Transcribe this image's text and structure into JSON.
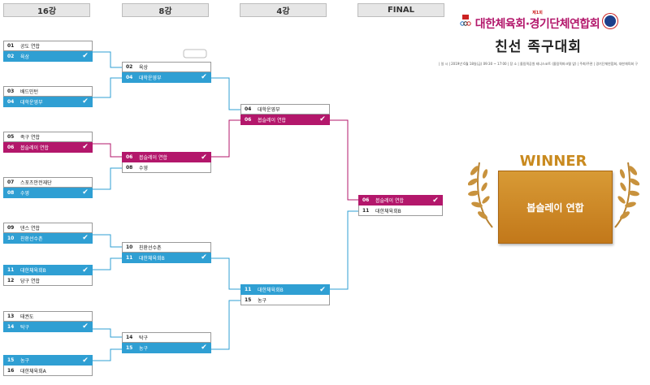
{
  "rounds": [
    "16강",
    "8강",
    "4강",
    "FINAL"
  ],
  "round_of_16": [
    {
      "top": {
        "seed": "01",
        "name": "공도 연합"
      },
      "bottom": {
        "seed": "02",
        "name": "육상"
      },
      "winner": "bottom"
    },
    {
      "top": {
        "seed": "03",
        "name": "배드민턴"
      },
      "bottom": {
        "seed": "04",
        "name": "대학운영부"
      },
      "winner": "bottom"
    },
    {
      "top": {
        "seed": "05",
        "name": "족구 연합"
      },
      "bottom": {
        "seed": "06",
        "name": "봅슬레이 연합"
      },
      "winner": "bottom",
      "champion_path": true
    },
    {
      "top": {
        "seed": "07",
        "name": "스포츠안전재단"
      },
      "bottom": {
        "seed": "08",
        "name": "수영"
      },
      "winner": "bottom"
    },
    {
      "top": {
        "seed": "09",
        "name": "댄스 연합"
      },
      "bottom": {
        "seed": "10",
        "name": "친환선수촌"
      },
      "winner": "bottom"
    },
    {
      "top": {
        "seed": "11",
        "name": "대한체육회B"
      },
      "bottom": {
        "seed": "12",
        "name": "당구 연합"
      },
      "winner": "top"
    },
    {
      "top": {
        "seed": "13",
        "name": "태권도"
      },
      "bottom": {
        "seed": "14",
        "name": "탁구"
      },
      "winner": "bottom"
    },
    {
      "top": {
        "seed": "15",
        "name": "농구"
      },
      "bottom": {
        "seed": "16",
        "name": "대한체육회A"
      },
      "winner": "top"
    }
  ],
  "quarter_finals": [
    {
      "top": {
        "seed": "02",
        "name": "육상"
      },
      "bottom": {
        "seed": "04",
        "name": "대학운영부"
      },
      "winner": "bottom"
    },
    {
      "top": {
        "seed": "06",
        "name": "봅슬레이 연합"
      },
      "bottom": {
        "seed": "08",
        "name": "수영"
      },
      "winner": "top",
      "champion_path": true
    },
    {
      "top": {
        "seed": "10",
        "name": "친환선수촌"
      },
      "bottom": {
        "seed": "11",
        "name": "대한체육회B"
      },
      "winner": "bottom"
    },
    {
      "top": {
        "seed": "14",
        "name": "탁구"
      },
      "bottom": {
        "seed": "15",
        "name": "농구"
      },
      "winner": "bottom"
    }
  ],
  "semi_finals": [
    {
      "top": {
        "seed": "04",
        "name": "대학운영부"
      },
      "bottom": {
        "seed": "06",
        "name": "봅슬레이 연합"
      },
      "winner": "bottom",
      "champion_path": true
    },
    {
      "top": {
        "seed": "11",
        "name": "대한체육회B"
      },
      "bottom": {
        "seed": "15",
        "name": "농구"
      },
      "winner": "top"
    }
  ],
  "final": {
    "top": {
      "seed": "06",
      "name": "봅슬레이 연합"
    },
    "bottom": {
      "seed": "11",
      "name": "대한체육회B"
    },
    "winner": "top",
    "champion_path": true
  },
  "header": {
    "edition": "제1회",
    "organizer": "대한체육회·경기단체연합회",
    "event_title": "친선 족구대회",
    "info": "| 일 시 | 2019년 6월 18일(금) 09:30 ~ 17:00 | 장 소 | 올림픽공원 테니스코트 (올림픽파크텔 앞) | 주최/주관 | 경기단체연합회, 대한체육회 구성원"
  },
  "winner": {
    "label": "WINNER",
    "team": "봅슬레이 연합"
  },
  "colors": {
    "blue": "#2f9fd3",
    "magenta": "#b3176b",
    "gold": "#c98a1f",
    "line": "#9a9a9a"
  },
  "icons": {
    "win_mark": "check-icon"
  }
}
